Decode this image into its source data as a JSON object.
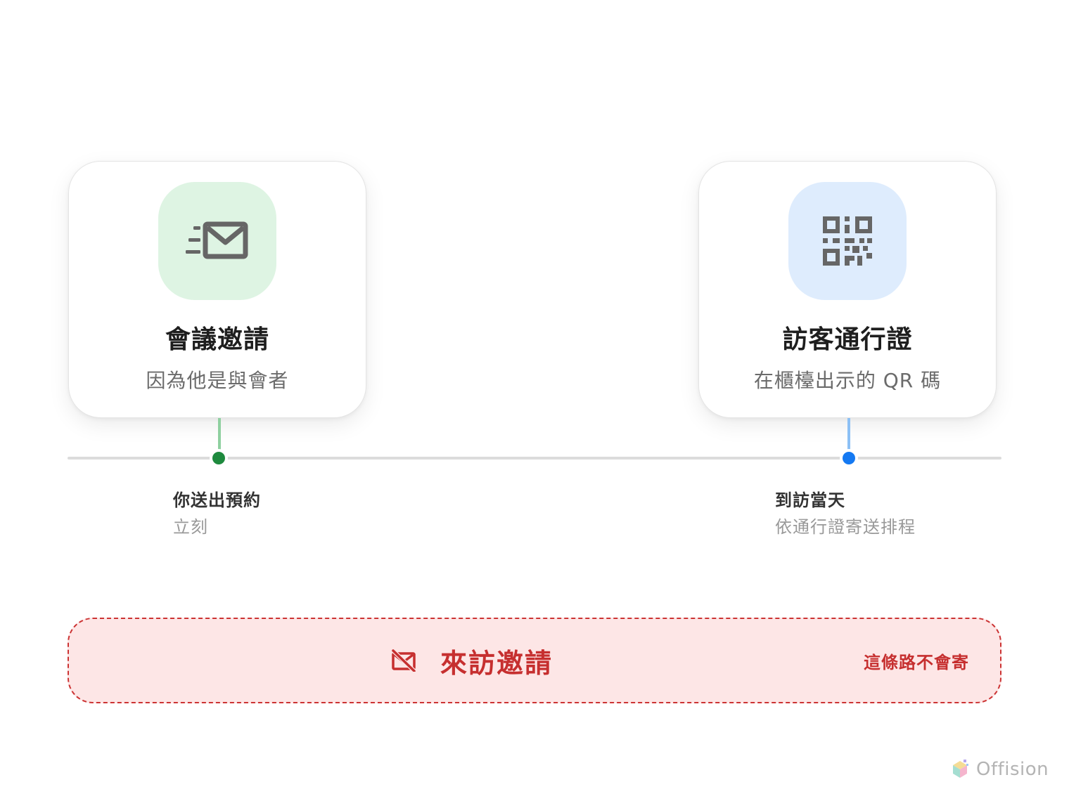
{
  "cards": {
    "meeting_invite": {
      "title": "會議邀請",
      "subtitle": "因為他是與會者",
      "icon": "fast-mail-icon",
      "tile_color": "#def4e3"
    },
    "visitor_pass": {
      "title": "訪客通行證",
      "subtitle": "在櫃檯出示的 QR 碼",
      "icon": "qr-code-icon",
      "tile_color": "#deecfd"
    }
  },
  "timeline": {
    "start": {
      "title": "你送出預約",
      "subtitle": "立刻",
      "color": "#1e8a3e"
    },
    "visit_day": {
      "title": "到訪當天",
      "subtitle": "依通行證寄送排程",
      "color": "#1479f2"
    }
  },
  "banner": {
    "title": "來訪邀請",
    "note": "這條路不會寄",
    "icon": "mail-off-icon",
    "color": "#c62f2f"
  },
  "brand": {
    "name": "Offision",
    "icon": "offision-logo-icon"
  }
}
